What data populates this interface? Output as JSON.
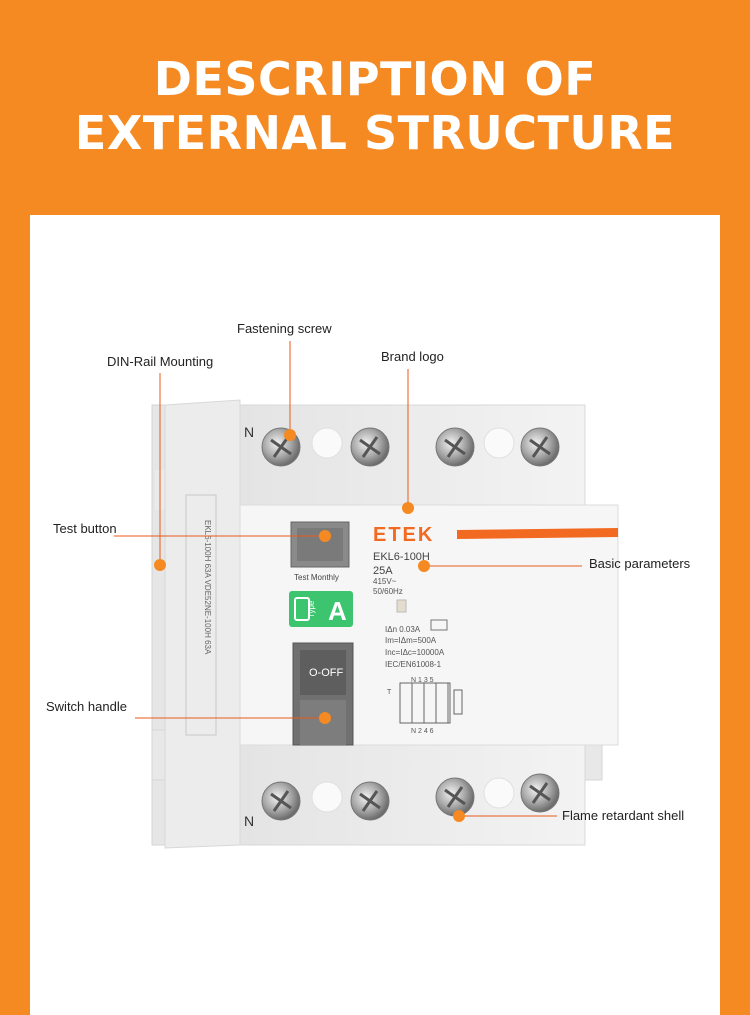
{
  "title": {
    "line1": "DESCRIPTION OF",
    "line2": "EXTERNAL STRUCTURE"
  },
  "callouts": {
    "fastening_screw": "Fastening screw",
    "din_rail": "DIN-Rail Mounting",
    "brand_logo": "Brand logo",
    "test_button": "Test button",
    "basic_parameters": "Basic parameters",
    "switch_handle": "Switch handle",
    "flame_shell": "Flame retardant shell"
  },
  "device": {
    "brand": "ETEK",
    "model": "EKL6-100H",
    "current": "25A",
    "voltage": "415V~",
    "frequency": "50/60Hz",
    "sensitivity": "IΔn 0.03A",
    "im": "Im=IΔm=500A",
    "inc": "Inc=IΔc=10000A",
    "standard": "IEC/EN61008-1",
    "test_label": "Test Monthly",
    "switch_label": "O-OFF",
    "type_label": "Type",
    "type_value": "A",
    "terminal_n": "N",
    "test_t": "T",
    "diagram_top": "N 1  3  5",
    "diagram_bottom": "N 2  4  6",
    "side_text": "EKL6-100H 63A  VDE52NE-100H 63A"
  },
  "colors": {
    "accent": "#F58A22",
    "callout_line": "#E85A1A",
    "brand_orange": "#F26A21",
    "type_green": "#3CC46E"
  }
}
